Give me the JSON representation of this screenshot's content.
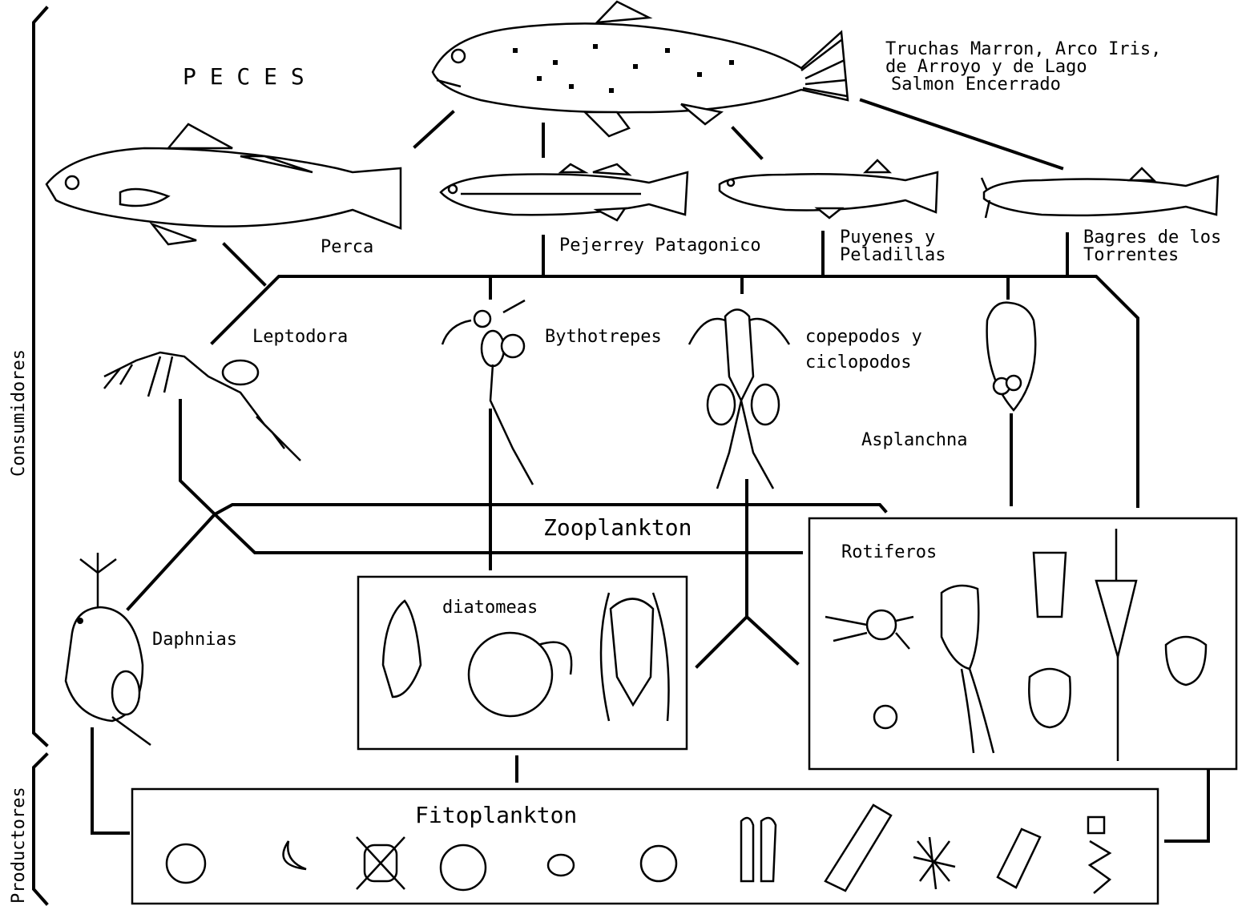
{
  "brackets": {
    "consumers": "Consumidores",
    "producers": "Productores"
  },
  "fish_group": {
    "title": "P E C E S",
    "top_predators": [
      "Truchas Marron, Arco Iris,",
      "de Arroyo y de Lago",
      "Salmon Encerrado"
    ],
    "perch": "Perca",
    "silverside": "Pejerrey Patagonico",
    "puyenes": [
      "Puyenes y",
      "Peladillas"
    ],
    "catfish": [
      "Bagres de los",
      "Torrentes"
    ]
  },
  "zooplankton_group": {
    "title": "Zooplankton",
    "leptodora": "Leptodora",
    "bythotrephes": "Bythotrepes",
    "copepods": [
      "copepodos y",
      "ciclopodos"
    ],
    "asplanchna": "Asplanchna",
    "daphnia": "Daphnias",
    "small_crustaceans_box": "diatomeas",
    "rotifers_box": "Rotiferos"
  },
  "phytoplankton_group": {
    "title": "Fitoplankton"
  }
}
